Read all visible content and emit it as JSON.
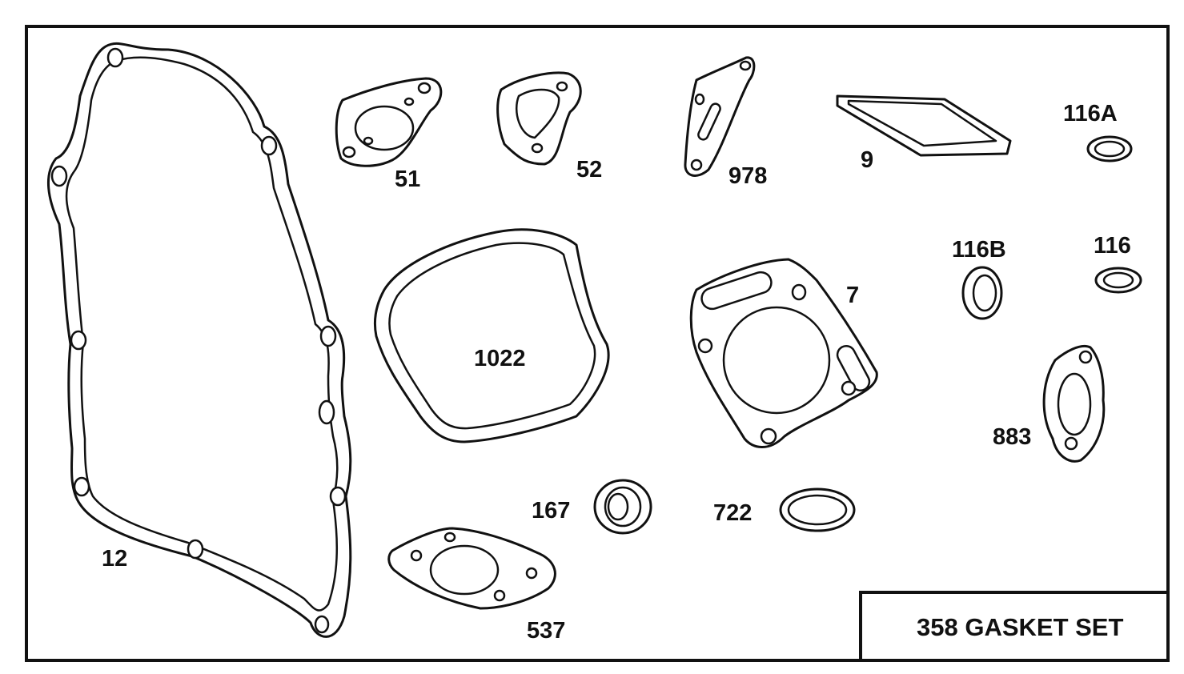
{
  "diagram": {
    "title": "358 GASKET SET",
    "parts": [
      {
        "id": "12"
      },
      {
        "id": "51"
      },
      {
        "id": "52"
      },
      {
        "id": "978"
      },
      {
        "id": "9"
      },
      {
        "id": "116A"
      },
      {
        "id": "1022"
      },
      {
        "id": "7"
      },
      {
        "id": "116B"
      },
      {
        "id": "116"
      },
      {
        "id": "883"
      },
      {
        "id": "167"
      },
      {
        "id": "722"
      },
      {
        "id": "537"
      }
    ]
  }
}
